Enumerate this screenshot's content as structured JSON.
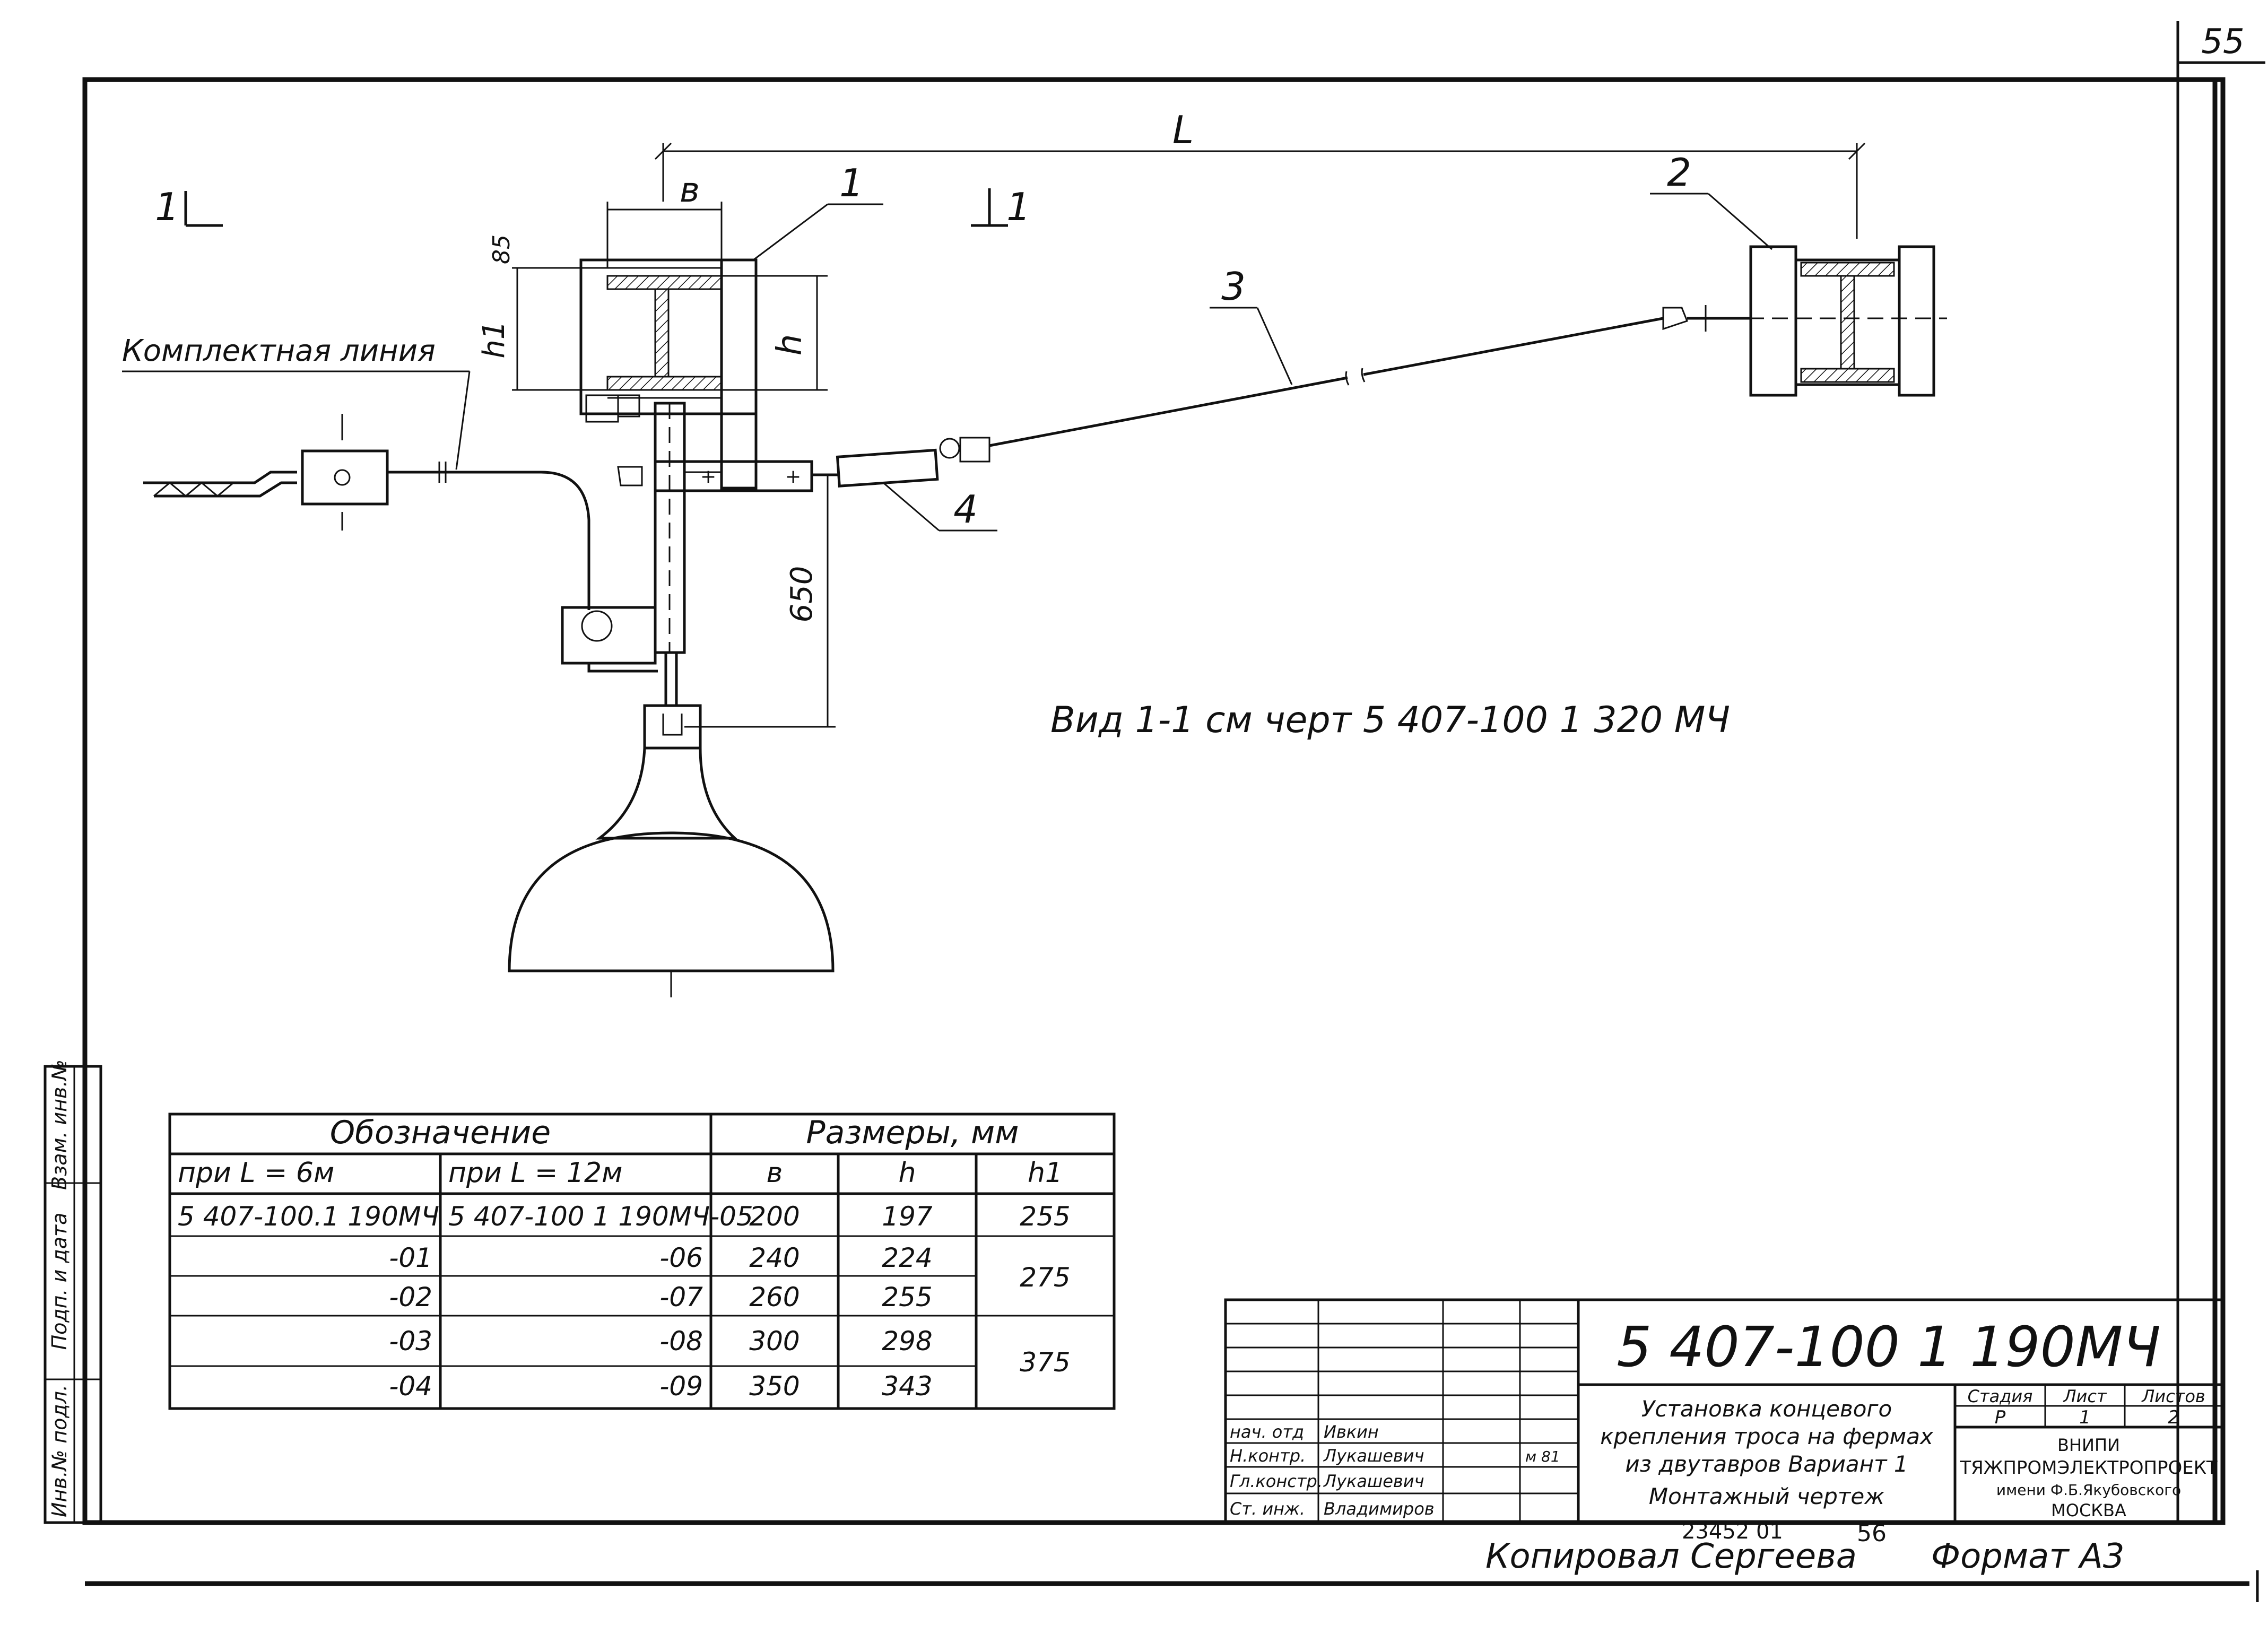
{
  "sheet_number": "55",
  "section_marks": [
    "1",
    "1"
  ],
  "labels": {
    "complete_line": "Комплектная линия",
    "view_note": "Вид 1-1  см черт  5 407-100 1 320 МЧ",
    "dim_L": "L",
    "dim_b": "в",
    "dim_h": "h",
    "dim_h1": "h1",
    "dim_85": "85",
    "dim_650": "650"
  },
  "callouts": [
    "1",
    "2",
    "3",
    "4"
  ],
  "spec_table": {
    "group_headers": {
      "designation": "Обозначение",
      "sizes": "Размеры, мм"
    },
    "columns": [
      "при  L = 6м",
      "при L = 12м",
      "в",
      "h",
      "h1"
    ],
    "rows": [
      [
        "5 407-100.1 190МЧ",
        "5 407-100 1 190МЧ-05",
        "200",
        "197",
        "255"
      ],
      [
        "-01",
        "-06",
        "240",
        "224",
        "275"
      ],
      [
        "-02",
        "-07",
        "260",
        "255",
        ""
      ],
      [
        "-03",
        "-08",
        "300",
        "298",
        "375"
      ],
      [
        "-04",
        "-09",
        "350",
        "343",
        ""
      ]
    ]
  },
  "side_stamp": [
    "Инв.№ подл.",
    "Подп. и дата",
    "Взам. инв.№"
  ],
  "title_block": {
    "document_code": "5 407-100 1 190МЧ",
    "title_lines": [
      "Установка концевого",
      "крепления троса на фермах",
      "из двутавров  Вариант 1",
      "Монтажный чертеж"
    ],
    "stage_headers": [
      "Стадия",
      "Лист",
      "Листов"
    ],
    "stage_values": [
      "Р",
      "1",
      "2"
    ],
    "organization": [
      "ВНИПИ",
      "ТЯЖПРОМЭЛЕКТРОПРОЕКТ",
      "имени Ф.Б.Якубовского",
      "МОСКВА"
    ],
    "signatures": [
      {
        "role": "нач. отд",
        "name": "Ивкин"
      },
      {
        "role": "Н.контр.",
        "name": "Лукашевич"
      },
      {
        "role": "Гл.констр.",
        "name": "Лукашевич"
      },
      {
        "role": "Ст. инж.",
        "name": "Владимиров"
      }
    ],
    "date_note": "м 81"
  },
  "footer": {
    "order_number": "23452 01",
    "page_ref": "56",
    "copied_by": "Копировал  Сергеева",
    "format": "Формат  А3"
  }
}
